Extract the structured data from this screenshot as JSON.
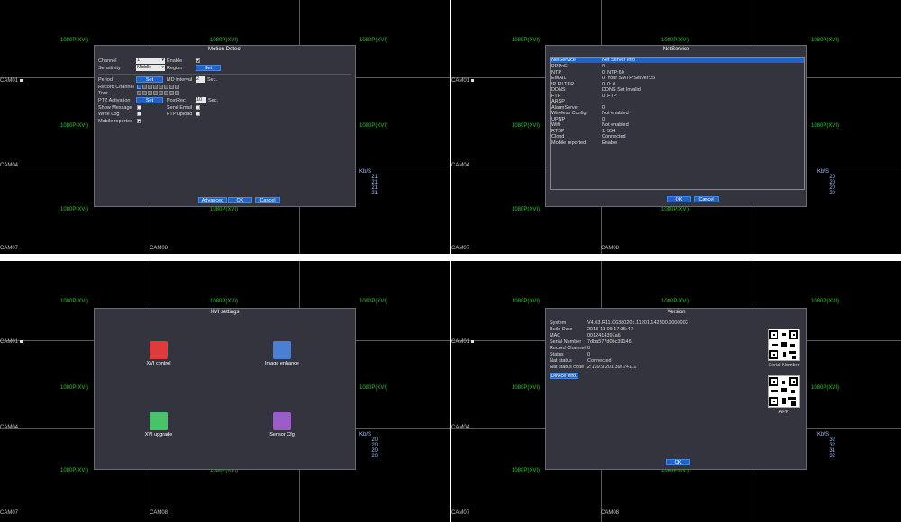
{
  "grid": {
    "resolution": "1080P(XVI)",
    "cameras": {
      "cam01": "CAM01",
      "cam04": "CAM04",
      "cam07": "CAM07",
      "cam08": "CAM08"
    },
    "kbs_label": "Kb/S"
  },
  "q1": {
    "kbs_values": [
      "21",
      "21",
      "21",
      "21"
    ],
    "dialog": {
      "title": "Motion Detect",
      "channel_label": "Channel",
      "channel_value": "1",
      "enable_label": "Enable",
      "sensitivity_label": "Sensitivity",
      "sensitivity_value": "Middle",
      "region_label": "Region",
      "region_button": "Set",
      "period_label": "Period",
      "period_button": "Set",
      "md_interval_label": "MD Interval",
      "md_interval_value": "2",
      "md_interval_unit": "Sec.",
      "record_channel_label": "Record Channel",
      "tour_label": "Tour",
      "ptz_label": "PTZ Activation",
      "ptz_button": "Set",
      "postrec_label": "PostRec",
      "postrec_value": "10",
      "postrec_unit": "Sec.",
      "show_message_label": "Show Message",
      "send_email_label": "Send Email",
      "write_log_label": "Write Log",
      "ftp_upload_label": "FTP upload",
      "mobile_reported_label": "Mobile reported",
      "advanced_button": "Advanced",
      "ok_button": "OK",
      "cancel_button": "Cancel"
    }
  },
  "q2": {
    "kbs_values": [
      "20",
      "20",
      "20",
      "20"
    ],
    "dialog": {
      "title": "NetService",
      "header": [
        "NetService",
        "Net Server Info"
      ],
      "rows": [
        [
          "PPPoE",
          "0"
        ],
        [
          "NTP",
          "0: NTP:60"
        ],
        [
          "EMAIL",
          "0: Your SMTP Server:25"
        ],
        [
          "IP FILTER",
          "0: 0: 0"
        ],
        [
          "DDNS",
          "DDNS Set Invalid"
        ],
        [
          "FTP",
          "0: FTP"
        ],
        [
          "ARSP",
          ""
        ],
        [
          "AlarmServer",
          "0:"
        ],
        [
          "Wireless Config",
          "Not enabled"
        ],
        [
          "UPNP",
          "0"
        ],
        [
          "Wifi",
          "Not enabled"
        ],
        [
          "RTSP",
          "1: 554"
        ],
        [
          "Cloud",
          "Connected"
        ],
        [
          "Mobile reported",
          "Enable"
        ]
      ],
      "ok_button": "OK",
      "cancel_button": "Cancel"
    }
  },
  "q3": {
    "kbs_values": [
      "20",
      "20",
      "20",
      "20"
    ],
    "dialog": {
      "title": "XVI settings",
      "items": [
        {
          "label": "XVI control",
          "color": "#e03a3a"
        },
        {
          "label": "Image enhance",
          "color": "#4a7fd6"
        },
        {
          "label": "XVI upgrade",
          "color": "#49c36a"
        },
        {
          "label": "Sensor Cfg",
          "color": "#9b5bc9"
        }
      ]
    }
  },
  "q4": {
    "kbs_values": [
      "32",
      "32",
      "31",
      "32"
    ],
    "dialog": {
      "title": "Version",
      "rows": [
        [
          "System",
          "V4.03.R11.C6380201.11201.142300.0000003"
        ],
        [
          "Build Date",
          "2018-11-09 17:35:47"
        ],
        [
          "MAC",
          "0012414397a6"
        ],
        [
          "Serial Number",
          "7dba577d0bc39146"
        ],
        [
          "Record Channel",
          "8"
        ],
        [
          "Status",
          "0"
        ],
        [
          "Nat status",
          "Connected"
        ],
        [
          "Nat status code",
          "2:139.9.201.39/1/+111"
        ]
      ],
      "device_info_button": "Device Info.",
      "serial_qr_label": "Serial Number",
      "app_qr_label": "APP",
      "ok_button": "OK"
    }
  }
}
